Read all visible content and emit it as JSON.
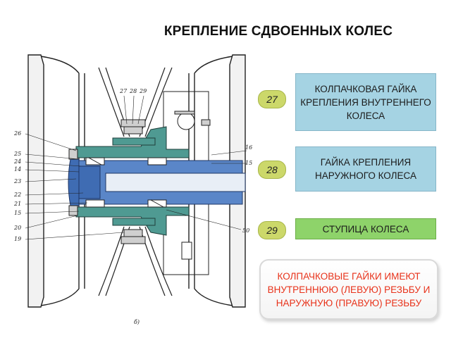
{
  "title": "КРЕПЛЕНИЕ СДВОЕННЫХ КОЛЕС",
  "callouts": [
    {
      "number": "27",
      "text": "КОЛПАЧКОВАЯ ГАЙКА КРЕПЛЕНИЯ ВНУТРЕННЕГО КОЛЕСА"
    },
    {
      "number": "28",
      "text": "ГАЙКА КРЕПЛЕНИЯ НАРУЖНОГО КОЛЕСА"
    },
    {
      "number": "29",
      "text": "СТУПИЦА КОЛЕСА"
    }
  ],
  "note": "КОЛПАЧКОВЫЕ ГАЙКИ ИМЕЮТ ВНУТРЕННЮЮ (ЛЕВУЮ) РЕЗЬБУ И НАРУЖНУЮ (ПРАВУЮ) РЕЗЬБУ",
  "drawing": {
    "label_numbers": [
      "26",
      "25",
      "24",
      "14",
      "23",
      "22",
      "21",
      "15",
      "20",
      "19",
      "27",
      "28",
      "29",
      "16",
      "15",
      "50"
    ],
    "sheet_mark": "б)"
  },
  "colors": {
    "box_fill": "#a5d3e3",
    "hub_box_fill": "#8ed36a",
    "badge_fill": "#ccd86a",
    "note_text": "#e8321a",
    "axle_blue": "#5a86c8",
    "hub_teal": "#4f9a92"
  }
}
